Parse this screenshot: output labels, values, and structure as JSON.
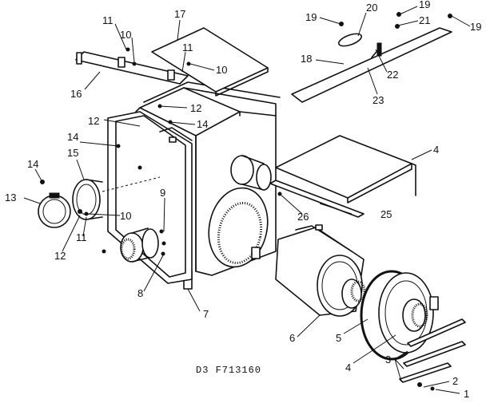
{
  "diagram": {
    "reference_code": "D3 F713160",
    "callouts": {
      "c1": "1",
      "c2": "2",
      "c3": "3",
      "c4a": "4",
      "c4b": "4",
      "c5": "5",
      "c6": "6",
      "c7": "7",
      "c8": "8",
      "c9": "9",
      "c10a": "10",
      "c10b": "10",
      "c10c": "10",
      "c11a": "11",
      "c11b": "11",
      "c11c": "11",
      "c12a": "12",
      "c12b": "12",
      "c12c": "12",
      "c13": "13",
      "c14a": "14",
      "c14b": "14",
      "c14c": "14",
      "c15": "15",
      "c16": "16",
      "c17": "17",
      "c18": "18",
      "c19a": "19",
      "c19b": "19",
      "c19c": "19",
      "c20": "20",
      "c21": "21",
      "c22": "22",
      "c23": "23",
      "c25": "25",
      "c26": "26"
    }
  }
}
